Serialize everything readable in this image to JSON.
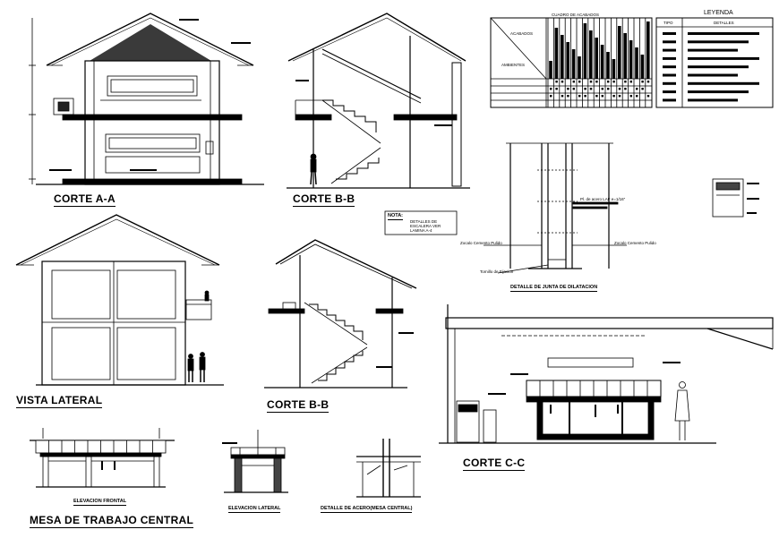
{
  "drawing": {
    "titles": {
      "corte_aa": "CORTE A-A",
      "corte_bb_top": "CORTE B-B",
      "vista_lateral": "VISTA LATERAL",
      "corte_bb_bottom": "CORTE B-B",
      "corte_cc": "CORTE C-C",
      "mesa_trabajo": "MESA DE TRABAJO CENTRAL"
    },
    "subtitles": {
      "elevacion_frontal": "ELEVACION FRONTAL",
      "elevacion_lateral": "ELEVACION LATERAL",
      "detalle_acero": "DETALLE DE ACERO(MESA CENTRAL)",
      "detalle_junta": "DETALLE DE JUNTA DE DILATACION"
    },
    "nota": {
      "heading": "NOTA:",
      "text": "DETALLES DE ESCALERA VER LAMINA A-4"
    },
    "junta_labels": {
      "left": "Zocalo Cemento Pulido",
      "right": "Zocalo Cemento Pulido",
      "bottom": "Tornillo de Fijacion",
      "plate": "Pl. de acero LAF e=1/16\""
    },
    "acabados": {
      "title": "CUADRO DE ACABADOS",
      "row_acabados": "ACABADOS",
      "row_ambientes": "AMBIENTES"
    },
    "leyenda": {
      "title": "LEYENDA",
      "col_tipo": "TIPO",
      "col_detalles": "DETALLES"
    }
  }
}
